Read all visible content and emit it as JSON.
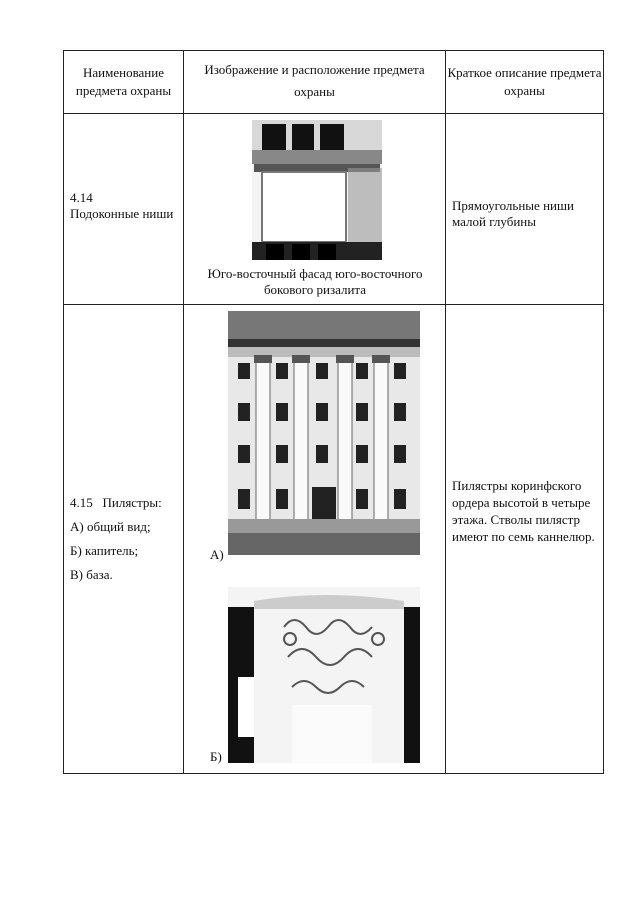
{
  "header": {
    "col1": "Наименование предмета охраны",
    "col2": "Изображение и расположение предмета охраны",
    "col3": "Краткое описание предмета охраны"
  },
  "rows": [
    {
      "number": "4.14",
      "name": "Подоконные ниши",
      "caption": "Юго-восточный фасад юго-восточного бокового ризалита",
      "description": "Прямоугольные ниши малой глубины"
    },
    {
      "number": "4.15",
      "name": "Пилястры:",
      "items": [
        "А) общий вид;",
        "Б) капитель;",
        "В) база."
      ],
      "image_labels": [
        "А)",
        "Б)"
      ],
      "description": "Пилястры коринфского ордера высотой в четыре этажа. Стволы пилястр имеют по семь каннелюр."
    }
  ]
}
